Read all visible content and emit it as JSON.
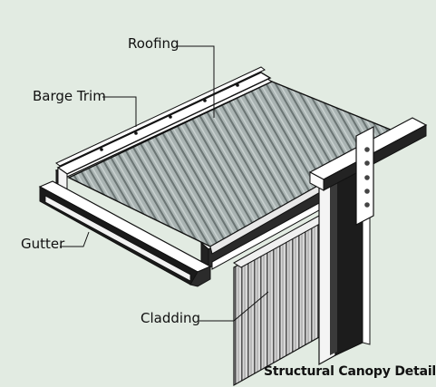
{
  "labels": {
    "roofing": "Roofing",
    "barge_trim": "Barge Trim",
    "gutter": "Gutter",
    "cladding": "Cladding"
  },
  "caption": "Structural Canopy Details",
  "colors": {
    "background": "#e2ebe2",
    "roof_sheet": "#a9b3b2",
    "roof_rib": "#5f6968",
    "steel_white": "#ffffff",
    "steel_shadow": "#1e1e1e",
    "cladding": "#d4d4d4",
    "outline": "#111111"
  }
}
